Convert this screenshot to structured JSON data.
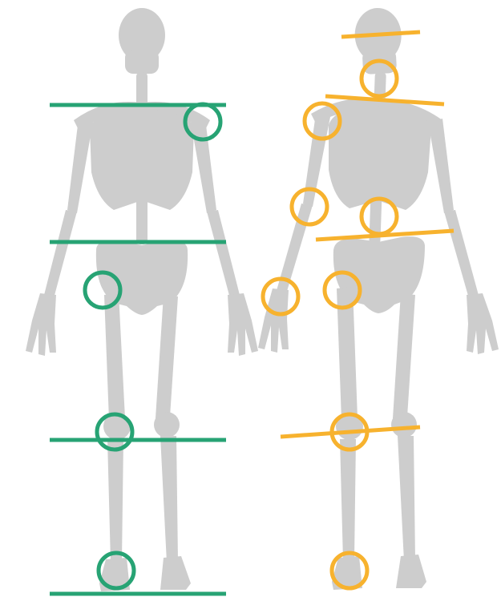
{
  "colors": {
    "background": "#ffffff",
    "bone": "#cdcdcd",
    "aligned": "#27a374",
    "misaligned": "#f7b22e"
  },
  "figures": [
    {
      "id": "aligned-skeleton",
      "posture": "aligned",
      "level_lines": [
        "shoulders",
        "pelvis",
        "knees",
        "feet"
      ],
      "joint_markers": [
        "right-shoulder",
        "left-hip",
        "left-knee",
        "left-ankle"
      ]
    },
    {
      "id": "misaligned-skeleton",
      "posture": "misaligned",
      "level_lines": [
        "head",
        "shoulders",
        "pelvis",
        "knees"
      ],
      "joint_markers": [
        "neck",
        "left-shoulder",
        "left-elbow",
        "lumbar-spine",
        "left-wrist",
        "left-hip",
        "left-knee",
        "left-ankle"
      ]
    }
  ]
}
